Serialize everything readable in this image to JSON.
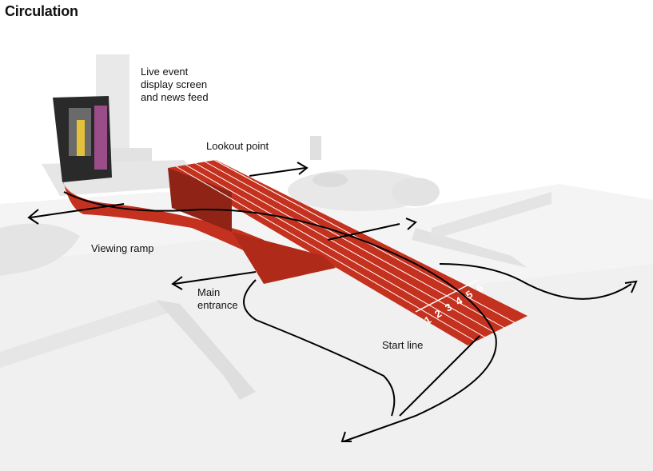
{
  "title": "Circulation",
  "labels": {
    "screen": [
      "Live event",
      "display screen",
      "and news feed"
    ],
    "lookout": "Lookout point",
    "viewing_ramp": "Viewing ramp",
    "entrance": [
      "Main",
      "entrance"
    ],
    "start_line": "Start line"
  },
  "lane_numbers": [
    "1",
    "2",
    "3",
    "4",
    "5",
    "6"
  ],
  "colors": {
    "track": "#c4321f",
    "track_dark": "#8f2416",
    "lane_line": "#ffffff",
    "plaza": "#ececec",
    "plaza_shadow": "#d8d8d8",
    "arrow": "#000000"
  }
}
